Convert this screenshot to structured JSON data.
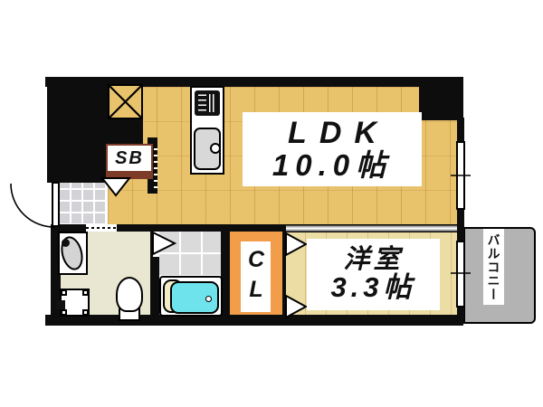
{
  "floorplan": {
    "rooms": {
      "ldk": {
        "name": "LDK",
        "size": "10.0帖"
      },
      "western_room": {
        "name": "洋室",
        "size": "3.3帖"
      },
      "closet": {
        "label": "CL"
      },
      "shoe_box": {
        "label": "SB"
      },
      "balcony": {
        "label": "バルコニー"
      }
    },
    "fixtures": {
      "kitchen": [
        "stove",
        "sink"
      ],
      "bathroom": [
        "bathtub"
      ],
      "washroom": [
        "washbasin",
        "toilet",
        "washing-machine-pan"
      ],
      "entry": [
        "door-swing",
        "tiled-floor"
      ],
      "other": [
        "pipe-shaft-x"
      ]
    },
    "colors": {
      "wall": "#0d0d0d",
      "ldk_floor": "#e9c26c",
      "western_room_floor": "#ecdda4",
      "closet_fill": "#f19d4a",
      "washroom_floor": "#e9e7d1",
      "tile": "#dadada",
      "balcony": "#b3b3b3",
      "bathtub": "#6fe3ec",
      "shoe_box_border": "#7d3b28"
    }
  }
}
